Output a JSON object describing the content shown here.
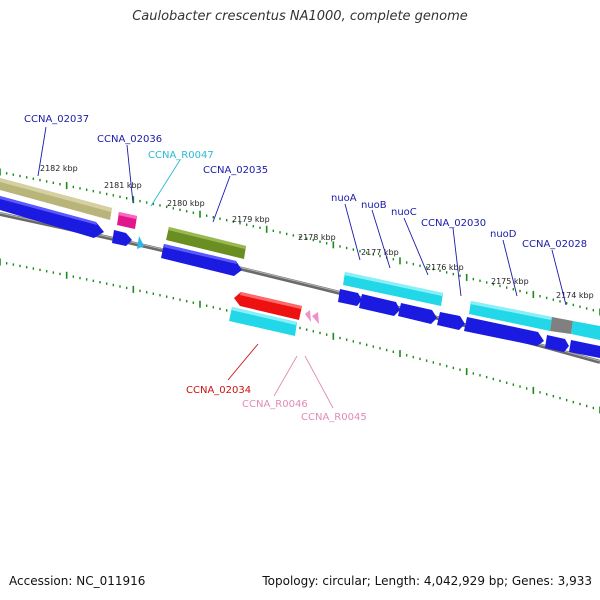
{
  "title": "Caulobacter crescentus NA1000, complete genome",
  "footer": {
    "accession": "Accession: NC_011916",
    "summary": "Topology: circular; Length: 4,042,929 bp; Genes: 3,933"
  },
  "colors": {
    "backbone": "#8a8a8a",
    "ticks": "#1a8a1a",
    "tick_label": "#222222",
    "gene_label": "#1a1aa8",
    "rna_label": "#2ab8d8",
    "red_label": "#cc1111",
    "pink_label": "#e08ab8"
  },
  "ticks": [
    "2182 kbp",
    "2181 kbp",
    "2180 kbp",
    "2179 kbp",
    "2178 kbp",
    "2177 kbp",
    "2176 kbp",
    "2175 kbp",
    "2174 kbp"
  ],
  "labels": {
    "ccna_02037": "CCNA_02037",
    "ccna_02036": "CCNA_02036",
    "ccna_r0047": "CCNA_R0047",
    "ccna_02035": "CCNA_02035",
    "nuoA": "nuoA",
    "nuoB": "nuoB",
    "nuoC": "nuoC",
    "ccna_02030": "CCNA_02030",
    "nuoD": "nuoD",
    "ccna_02028": "CCNA_02028",
    "ccna_02034": "CCNA_02034",
    "ccna_r0046": "CCNA_R0046",
    "ccna_r0045": "CCNA_R0045"
  }
}
